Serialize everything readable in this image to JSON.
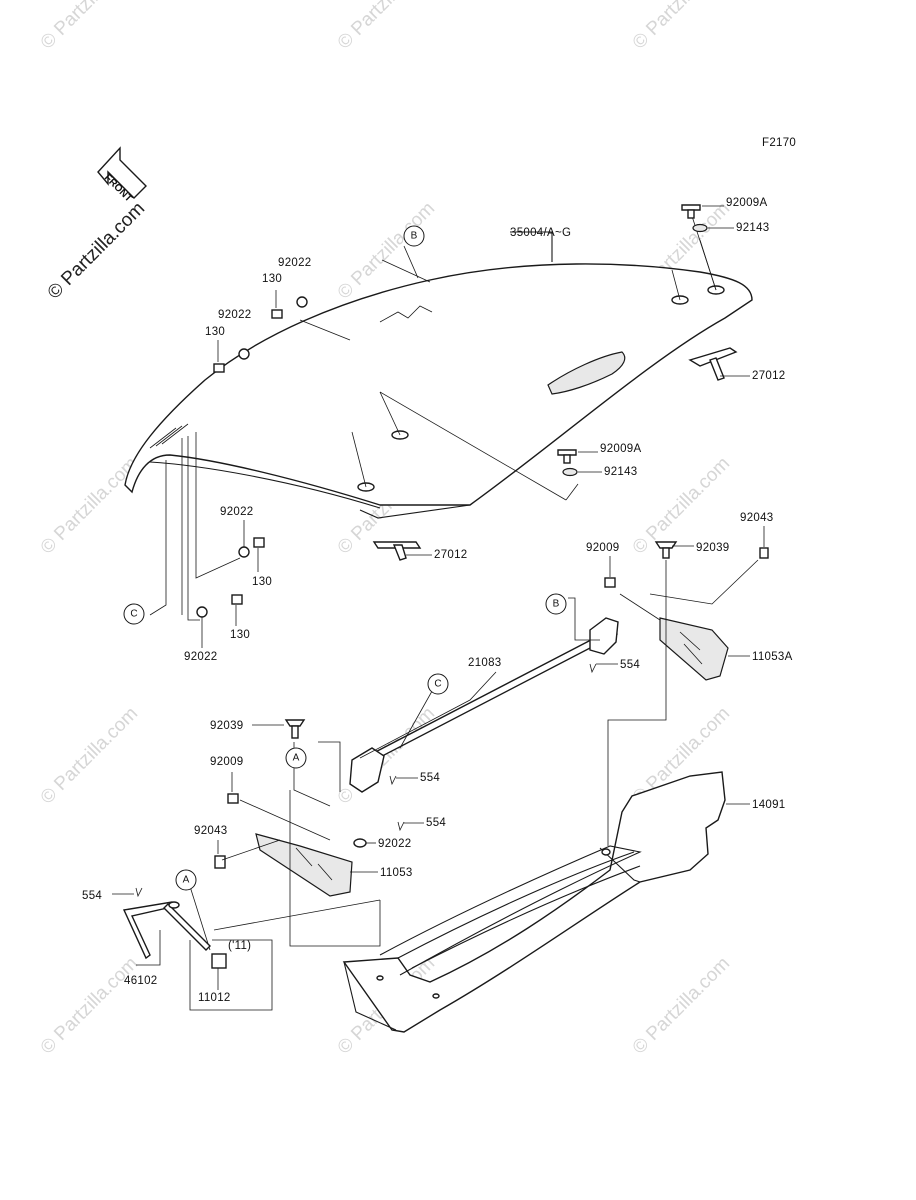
{
  "figure_code": "F2170",
  "front_arrow_label": "FRONT",
  "corner_watermark": "© Partzilla.com",
  "watermark_text": "© Partzilla.com",
  "callouts": {
    "p35004": "35004/A~G",
    "p92009A_top": "92009A",
    "p92143_top": "92143",
    "p27012_right": "27012",
    "p92009A_mid": "92009A",
    "p92143_mid": "92143",
    "p27012_left": "27012",
    "p92022_a": "92022",
    "p130_a": "130",
    "p92022_b": "92022",
    "p130_b": "130",
    "p92022_c": "92022",
    "p130_c": "130",
    "p130_d": "130",
    "p92022_d": "92022",
    "p92043_right": "92043",
    "p92009_right": "92009",
    "p92039_right": "92039",
    "p11053A": "11053A",
    "p554_a": "554",
    "p21083": "21083",
    "p92039_left": "92039",
    "p554_b": "554",
    "p92009_left": "92009",
    "p554_c": "554",
    "p92022_e": "92022",
    "p92043_left": "92043",
    "p11053": "11053",
    "p14091": "14091",
    "p554_d": "554",
    "p46102": "46102",
    "p11012": "11012",
    "year_note": "('11)"
  },
  "refs": {
    "B_top": "B",
    "C_left": "C",
    "B_mid": "B",
    "C_mid": "C",
    "A_mid": "A",
    "A_low": "A"
  },
  "colors": {
    "line": "#1a1a1a",
    "watermark": "#d6d6d6",
    "background": "#ffffff"
  }
}
